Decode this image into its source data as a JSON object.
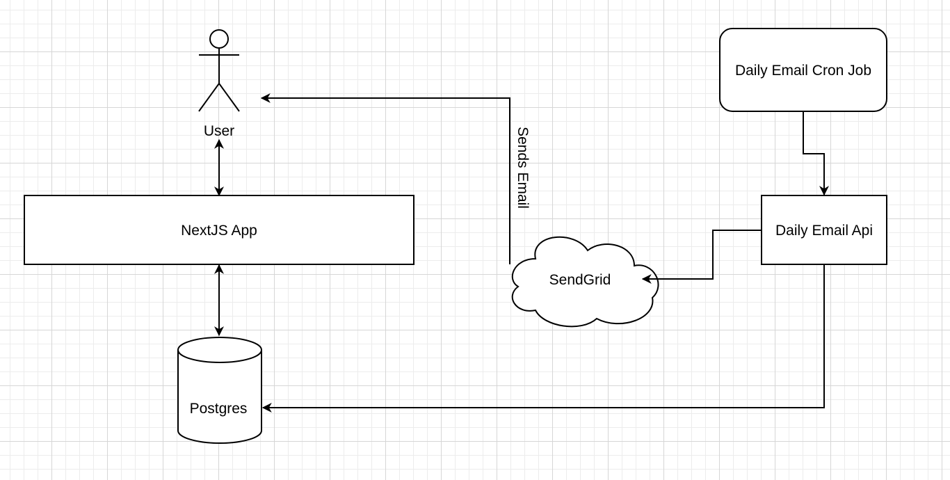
{
  "diagram": {
    "colors": {
      "stroke": "#000000",
      "fill": "#ffffff",
      "grid_major": "#d6d6d6",
      "grid_minor": "#ececec"
    },
    "nodes": {
      "user": {
        "label": "User",
        "shape": "actor"
      },
      "nextjs_app": {
        "label": "NextJS App",
        "shape": "rectangle"
      },
      "postgres": {
        "label": "Postgres",
        "shape": "cylinder"
      },
      "sendgrid": {
        "label": "SendGrid",
        "shape": "cloud"
      },
      "cron_job": {
        "label": "Daily Email Cron Job",
        "shape": "rounded-rectangle"
      },
      "email_api": {
        "label": "Daily Email Api",
        "shape": "rectangle"
      }
    },
    "edges": [
      {
        "from": "User",
        "to": "NextJS App",
        "direction": "both"
      },
      {
        "from": "NextJS App",
        "to": "Postgres",
        "direction": "both"
      },
      {
        "from": "SendGrid",
        "to": "User",
        "direction": "forward",
        "label": "Sends Email"
      },
      {
        "from": "Daily Email Cron Job",
        "to": "Daily Email Api",
        "direction": "forward"
      },
      {
        "from": "Daily Email Api",
        "to": "SendGrid",
        "direction": "forward"
      },
      {
        "from": "Daily Email Api",
        "to": "Postgres",
        "direction": "forward"
      }
    ]
  }
}
